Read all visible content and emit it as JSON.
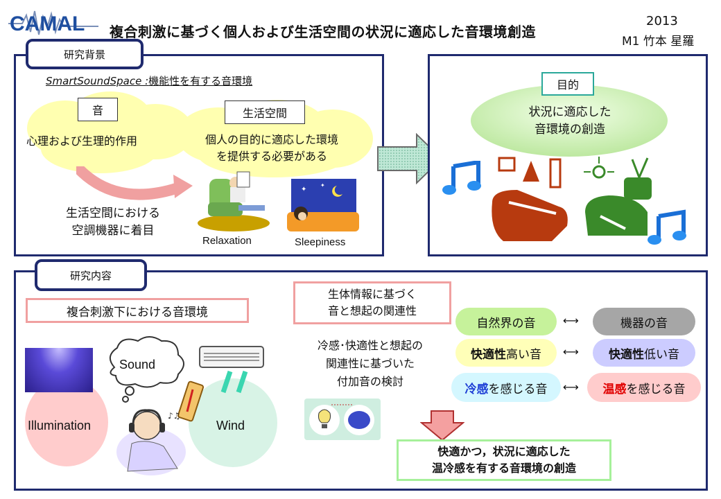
{
  "header": {
    "logo_text": "CAMAL",
    "title": "複合刺激に基づく個人および生活空間の状況に適応した音環境創造",
    "year": "2013",
    "author": "M1 竹本 星羅"
  },
  "background_section": {
    "tag": "研究背景",
    "subtitle_italic": "SmartSoundSpace :",
    "subtitle_rest": "機能性を有する音環境",
    "sound_label": "音",
    "sound_text": "心理および生理的作用",
    "space_label": "生活空間",
    "space_text_1": "個人の目的に適応した環境",
    "space_text_2": "を提供する必要がある",
    "focus_text_1": "生活空間における",
    "focus_text_2": "空調機器に着目",
    "img_label_1": "Relaxation",
    "img_label_2": "Sleepiness"
  },
  "purpose_section": {
    "tag": "目的",
    "text_1": "状況に適応した",
    "text_2": "音環境の創造"
  },
  "content_section": {
    "tag": "研究内容",
    "env_box": "複合刺激下における音環境",
    "sound_cloud": "Sound",
    "illumination": "Illumination",
    "wind": "Wind",
    "bio_box_1": "生体情報に基づく",
    "bio_box_2": "音と想起の関連性",
    "study_1": "冷感･快適性と想起の",
    "study_2": "関連性に基づいた",
    "study_3": "付加音の検討",
    "pairs": [
      {
        "left": "自然界の音",
        "arrow": "⟷",
        "right": "機器の音"
      },
      {
        "left_a": "快適性",
        "left_b": "高い音",
        "arrow": "⟷",
        "right_a": "快適性",
        "right_b": "低い音"
      },
      {
        "left_a": "冷感",
        "left_b": "を感じる音",
        "arrow": "⟷",
        "right_a": "温感",
        "right_b": "を感じる音"
      }
    ],
    "result_1": "快適かつ，状況に適応した",
    "result_2": "温冷感を有する音環境の創造"
  },
  "colors": {
    "panel_border": "#1f2a6e",
    "cloud_yellow": "#ffffb0",
    "green_pill": "#c6f29b",
    "gray_pill": "#a6a6a6",
    "yellow_pill": "#ffffb8",
    "lavender_pill": "#ccccff",
    "cyan_pill": "#d4f7ff",
    "pink_pill": "#ffcccc",
    "cold_text": "#1f3fd6",
    "warm_text": "#e00000"
  }
}
